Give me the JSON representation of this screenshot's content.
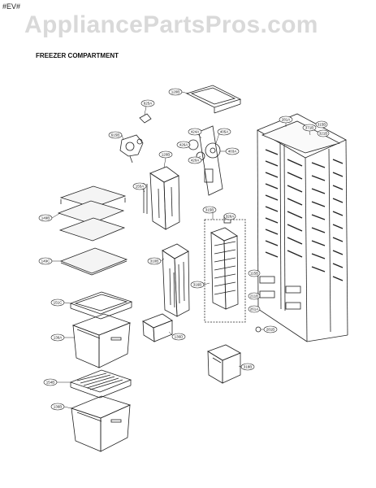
{
  "corner_tag": "#EV#",
  "watermark": "AppliancePartsPros.com",
  "heading": "FREEZER COMPARTMENT",
  "callouts": [
    {
      "id": "c-shelf-upper",
      "label": "149B"
    },
    {
      "id": "c-shelf-lower",
      "label": "149C"
    },
    {
      "id": "c-drawer-cover-1",
      "label": "151C"
    },
    {
      "id": "c-bin-1",
      "label": "136A"
    },
    {
      "id": "c-drawer-cover-2",
      "label": "154B"
    },
    {
      "id": "c-bin-2",
      "label": "136B"
    },
    {
      "id": "c-duct-top",
      "label": "120B"
    },
    {
      "id": "c-valve-a",
      "label": "625A"
    },
    {
      "id": "c-valve-b",
      "label": "615B"
    },
    {
      "id": "c-motor-a",
      "label": "424A"
    },
    {
      "id": "c-motor-b",
      "label": "426A"
    },
    {
      "id": "c-motor-c",
      "label": "420A"
    },
    {
      "id": "c-motor-d",
      "label": "405A"
    },
    {
      "id": "c-motor-e",
      "label": "403A"
    },
    {
      "id": "c-cover-a",
      "label": "120B"
    },
    {
      "id": "c-cover-b",
      "label": "155A"
    },
    {
      "id": "c-cover-c",
      "label": "310B"
    },
    {
      "id": "c-fan-cover",
      "label": "315B"
    },
    {
      "id": "c-evap-a",
      "label": "326A"
    },
    {
      "id": "c-evap-b",
      "label": "316B"
    },
    {
      "id": "c-bucket",
      "label": "136D"
    },
    {
      "id": "c-ice",
      "label": "318B"
    },
    {
      "id": "c-case-a",
      "label": "281A"
    },
    {
      "id": "c-case-b",
      "label": "371B"
    },
    {
      "id": "c-case-c",
      "label": "315B"
    },
    {
      "id": "c-case-d",
      "label": "321B"
    },
    {
      "id": "c-case-e",
      "label": "115B"
    },
    {
      "id": "c-case-f",
      "label": "211B"
    },
    {
      "id": "c-case-g",
      "label": "261A"
    },
    {
      "id": "c-case-h",
      "label": "281B"
    }
  ]
}
